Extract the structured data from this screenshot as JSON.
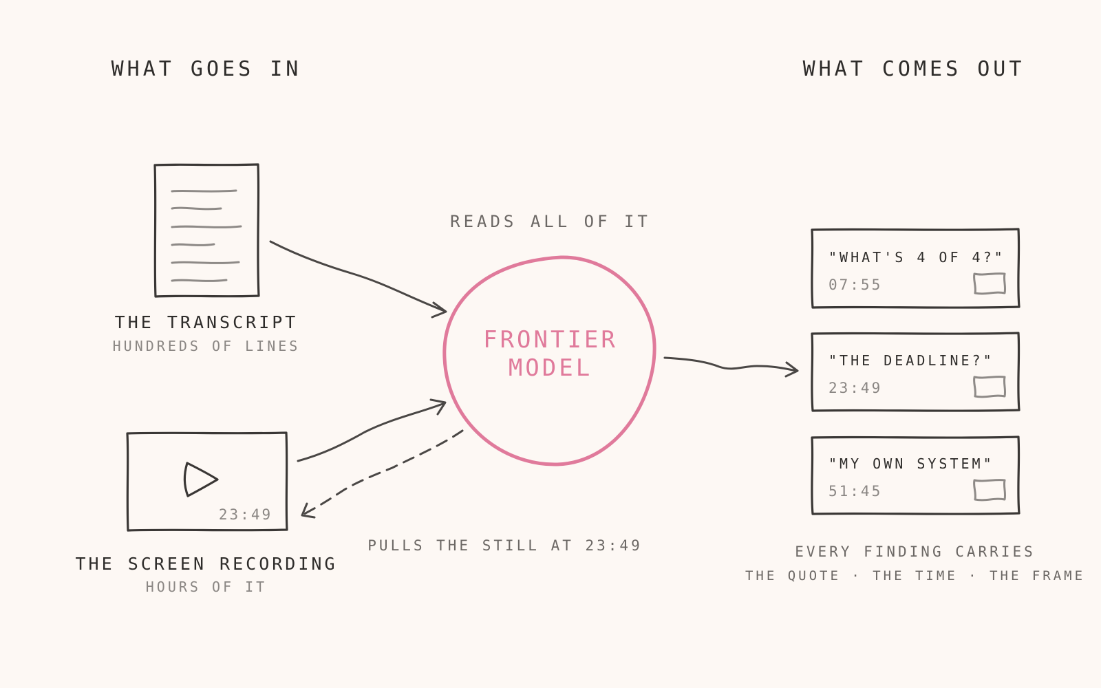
{
  "diagram": {
    "inputs": {
      "heading": "WHAT GOES IN",
      "transcript": {
        "title": "THE TRANSCRIPT",
        "subtitle": "HUNDREDS OF LINES"
      },
      "recording": {
        "title": "THE SCREEN RECORDING",
        "subtitle": "HOURS OF IT",
        "timestamp": "23:49"
      }
    },
    "model": {
      "line1": "FRONTIER",
      "line2": "MODEL",
      "reads_label": "READS ALL OF IT",
      "pull_label": "PULLS THE STILL AT 23:49",
      "color": "#e07a9b"
    },
    "outputs": {
      "heading": "WHAT COMES OUT",
      "findings": [
        {
          "quote": "\"WHAT'S 4 OF 4?\"",
          "time": "07:55"
        },
        {
          "quote": "\"THE DEADLINE?\"",
          "time": "23:49"
        },
        {
          "quote": "\"MY OWN SYSTEM\"",
          "time": "51:45"
        }
      ],
      "footer_line1": "EVERY FINDING CARRIES",
      "footer_line2": "THE QUOTE · THE TIME · THE FRAME"
    }
  }
}
